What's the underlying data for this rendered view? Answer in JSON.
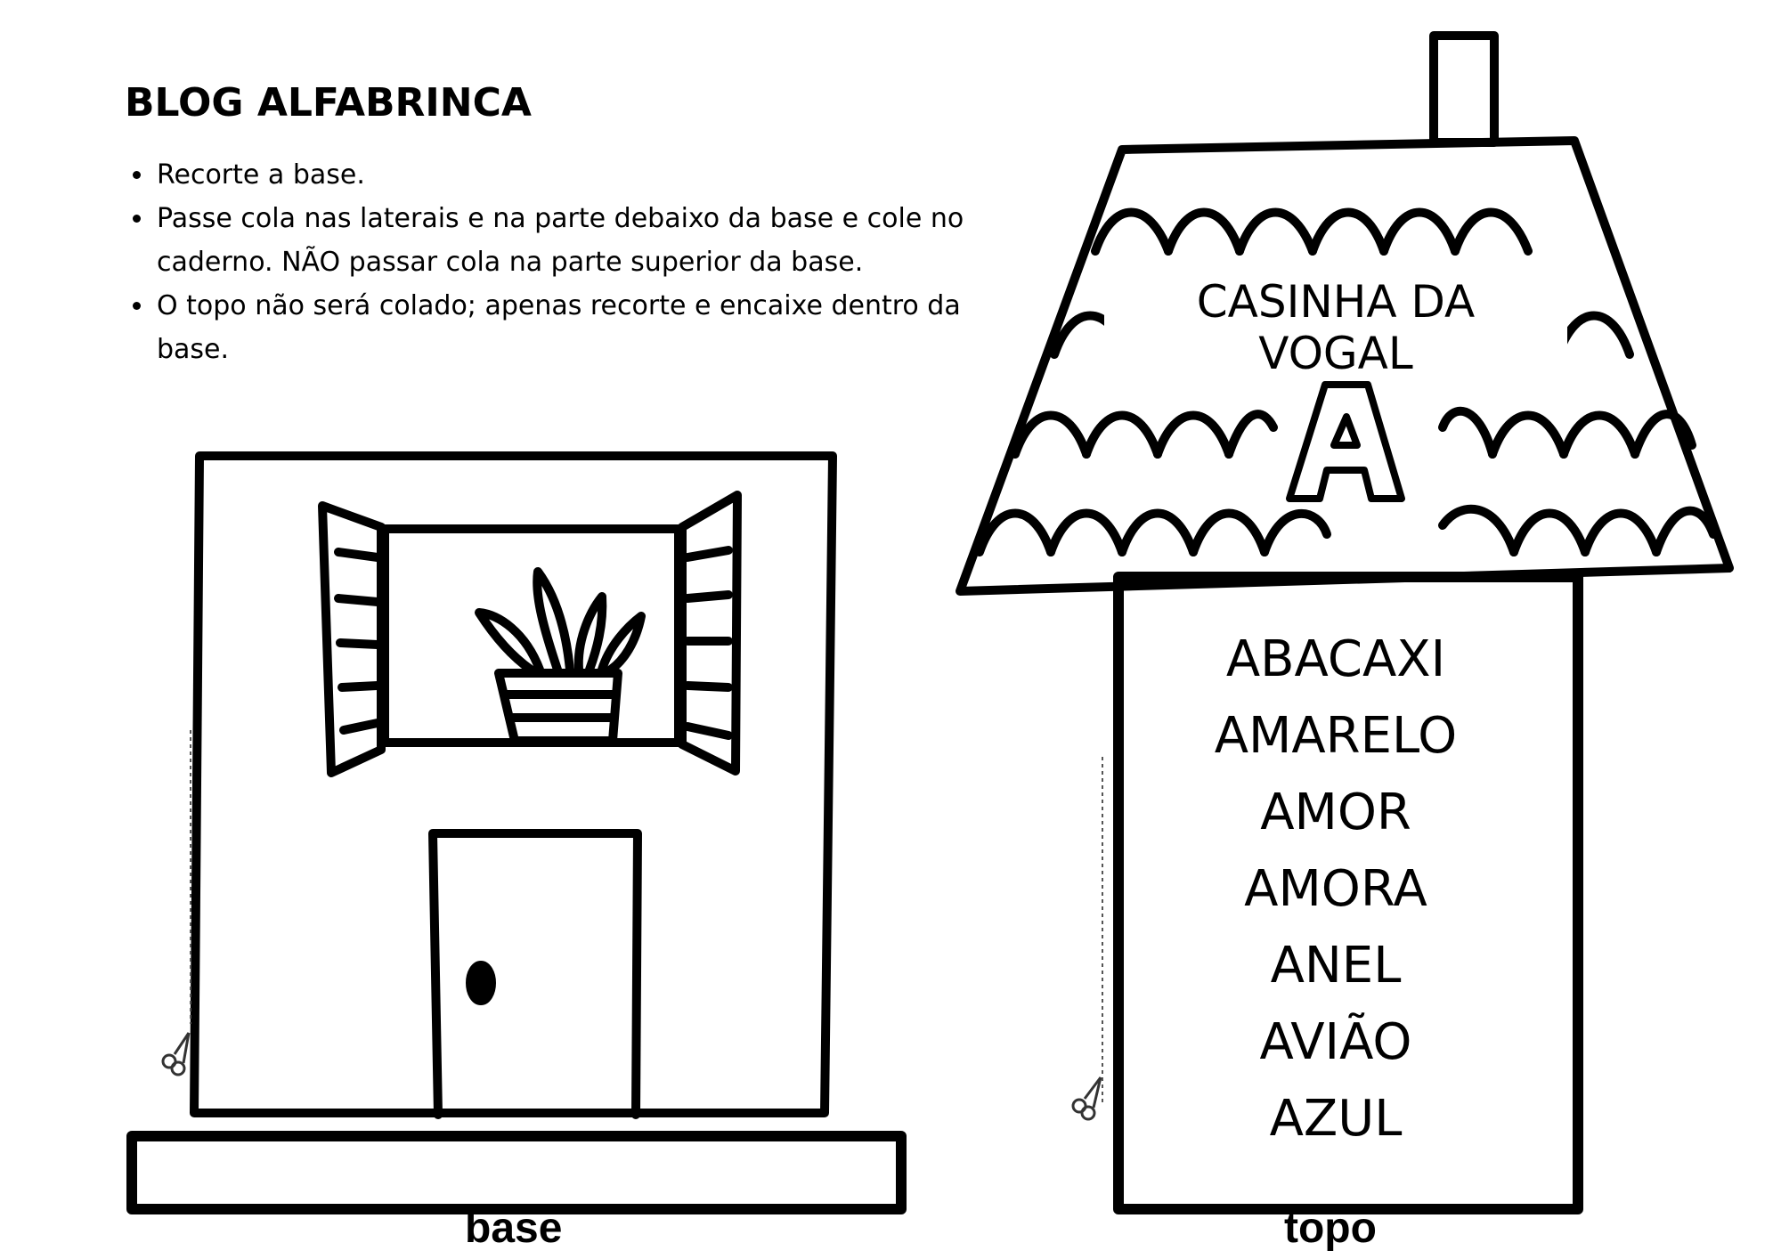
{
  "brand": "BLOG ALFABRINCA",
  "instructions": [
    "Recorte a base.",
    "Passe cola nas laterais e na parte debaixo da base e cole no caderno. NÃO passar cola na parte superior da base.",
    "O topo não será colado; apenas recorte e encaixe dentro da base."
  ],
  "topo": {
    "roof_title": "CASINHA DA VOGAL",
    "vowel": "A",
    "words": [
      "ABACAXI",
      "AMARELO",
      "AMOR",
      "AMORA",
      "ANEL",
      "AVIÃO",
      "AZUL"
    ]
  },
  "captions": {
    "base": "base",
    "topo": "topo"
  },
  "icons": {
    "cut_marks": "scissors-icon"
  }
}
